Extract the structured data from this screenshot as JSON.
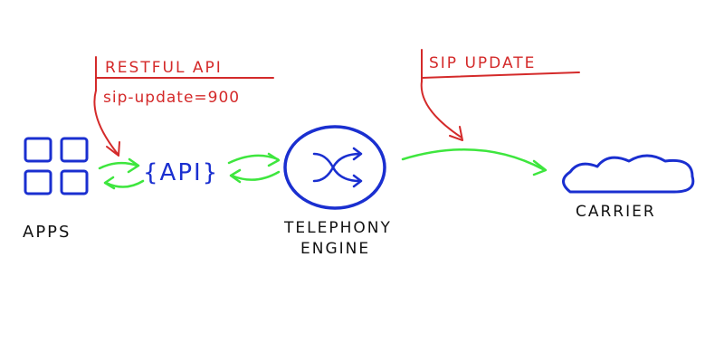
{
  "colors": {
    "blue": "#1a2fd0",
    "green": "#3ee63e",
    "red": "#d42a2a",
    "black": "#111111"
  },
  "nodes": {
    "apps": {
      "label": "APPS",
      "icon": "app-grid-icon"
    },
    "api": {
      "label": "{API}",
      "icon": "curly-braces"
    },
    "telephony": {
      "label_line1": "TELEPHONY",
      "label_line2": "ENGINE",
      "icon": "shuffle-icon"
    },
    "carrier": {
      "label": "CARRIER",
      "icon": "cloud-icon"
    }
  },
  "annotations": {
    "restful": {
      "title": "RESTFUL API",
      "detail": "sip-update=900"
    },
    "sip": {
      "title": "SIP UPDATE"
    }
  }
}
